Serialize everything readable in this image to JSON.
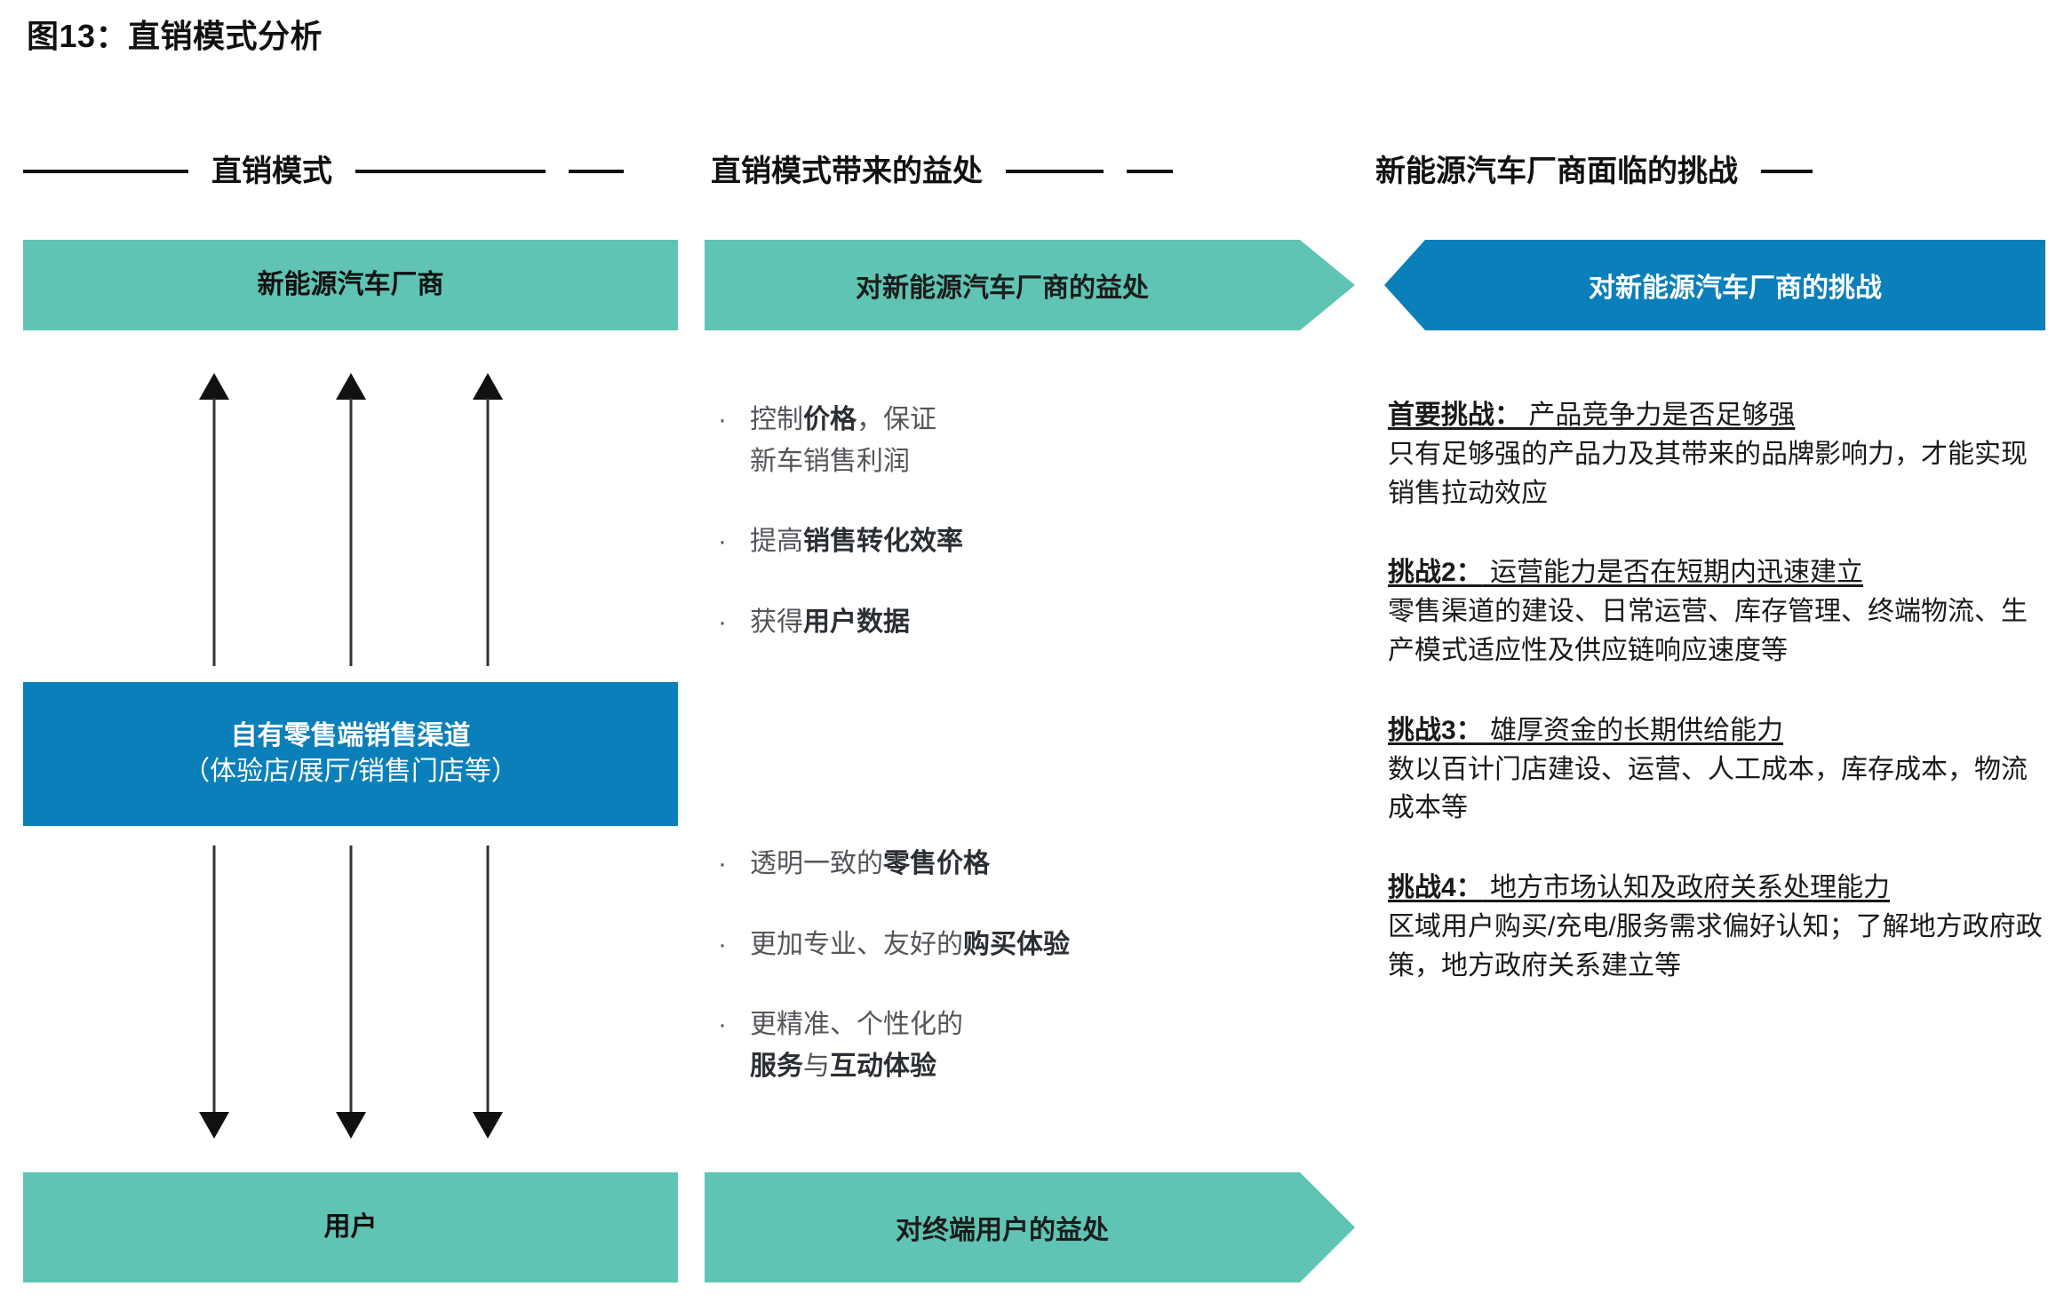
{
  "figure": {
    "title": "图13：直销模式分析"
  },
  "columns": [
    {
      "header": "直销模式"
    },
    {
      "header": "直销模式带来的益处"
    },
    {
      "header": "新能源汽车厂商面临的挑战"
    }
  ],
  "column1": {
    "top_box": {
      "line1": "新能源汽车厂商"
    },
    "middle_box": {
      "line1": "自有零售端销售渠道",
      "line2": "（体验店/展厅/销售门店等）"
    },
    "bottom_box": {
      "line1": "用户"
    },
    "arrows_up": {
      "count": 3,
      "direction": "up"
    },
    "arrows_down": {
      "count": 3,
      "direction": "down"
    }
  },
  "column2": {
    "banner_top": "对新能源汽车厂商的益处",
    "banner_bottom": "对终端用户的益处",
    "bullet_marker": "·",
    "bullets_top": [
      {
        "parts": [
          {
            "text": "控制",
            "bold": false
          },
          {
            "text": "价格",
            "bold": true
          },
          {
            "text": "，保证",
            "bold": false
          },
          {
            "text": "\n",
            "bold": false
          },
          {
            "text": "新车销售利润",
            "bold": false
          }
        ],
        "plain": "控制价格，保证新车销售利润"
      },
      {
        "parts": [
          {
            "text": "提高",
            "bold": false
          },
          {
            "text": "销售转化效率",
            "bold": true
          }
        ],
        "plain": "提高销售转化效率"
      },
      {
        "parts": [
          {
            "text": "获得",
            "bold": false
          },
          {
            "text": "用户数据",
            "bold": true
          }
        ],
        "plain": "获得用户数据"
      }
    ],
    "bullets_bottom": [
      {
        "parts": [
          {
            "text": "透明一致的",
            "bold": false
          },
          {
            "text": "零售价格",
            "bold": true
          }
        ],
        "plain": "透明一致的零售价格"
      },
      {
        "parts": [
          {
            "text": "更加专业、友好的",
            "bold": false
          },
          {
            "text": "购买体验",
            "bold": true
          }
        ],
        "plain": "更加专业、友好的购买体验"
      },
      {
        "parts": [
          {
            "text": "更精准、个性化的",
            "bold": false
          },
          {
            "text": "\n",
            "bold": false
          },
          {
            "text": "服务",
            "bold": true
          },
          {
            "text": "与",
            "bold": false
          },
          {
            "text": "互动体验",
            "bold": true
          }
        ],
        "plain": "更精准、个性化的服务与互动体验"
      }
    ]
  },
  "column3": {
    "banner": "对新能源汽车厂商的挑战",
    "challenges": [
      {
        "label": "首要挑战：",
        "title": "产品竞争力是否足够强",
        "body": "只有足够强的产品力及其带来的品牌影响力，才能实现销售拉动效应"
      },
      {
        "label": "挑战2：",
        "title": "运营能力是否在短期内迅速建立",
        "body": "零售渠道的建设、日常运营、库存管理、终端物流、生产模式适应性及供应链响应速度等"
      },
      {
        "label": "挑战3：",
        "title": "雄厚资金的长期供给能力",
        "body": "数以百计门店建设、运营、人工成本，库存成本，物流成本等"
      },
      {
        "label": "挑战4：",
        "title": "地方市场认知及政府关系处理能力",
        "body": "区域用户购买/充电/服务需求偏好认知；了解地方政府政策，地方政府关系建立等"
      }
    ]
  },
  "colors": {
    "teal": "#5FC4B3",
    "blue": "#0B7FBA",
    "text_dark": "#1a1a1a",
    "text_muted": "#53565a",
    "white": "#ffffff"
  }
}
